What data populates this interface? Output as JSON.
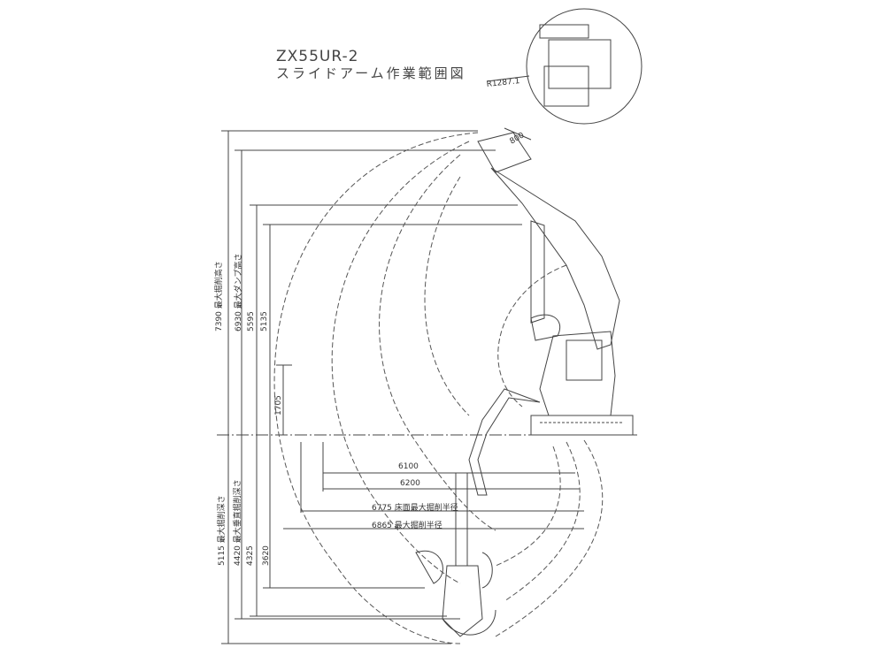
{
  "title": {
    "model": "ZX55UR-2",
    "subtitle": "スライドアーム作業範囲図"
  },
  "inset": {
    "radius_label": "R1287.1"
  },
  "dimensions": {
    "bucket_width": "800",
    "vertical": [
      {
        "value": "7390",
        "label": "最大掘削高さ"
      },
      {
        "value": "6930",
        "label": "最大ダンプ高さ"
      },
      {
        "value": "5595",
        "label": ""
      },
      {
        "value": "5135",
        "label": ""
      },
      {
        "value": "1705",
        "label": ""
      },
      {
        "value": "5115",
        "label": "最大掘削深さ"
      },
      {
        "value": "4420",
        "label": "最大垂直掘削深さ"
      },
      {
        "value": "4325",
        "label": ""
      },
      {
        "value": "3620",
        "label": ""
      }
    ],
    "horizontal": [
      {
        "value": "6100",
        "label": ""
      },
      {
        "value": "6200",
        "label": ""
      },
      {
        "value": "6775",
        "label": "床面最大掘削半径"
      },
      {
        "value": "6865",
        "label": "最大掘削半径"
      }
    ]
  }
}
